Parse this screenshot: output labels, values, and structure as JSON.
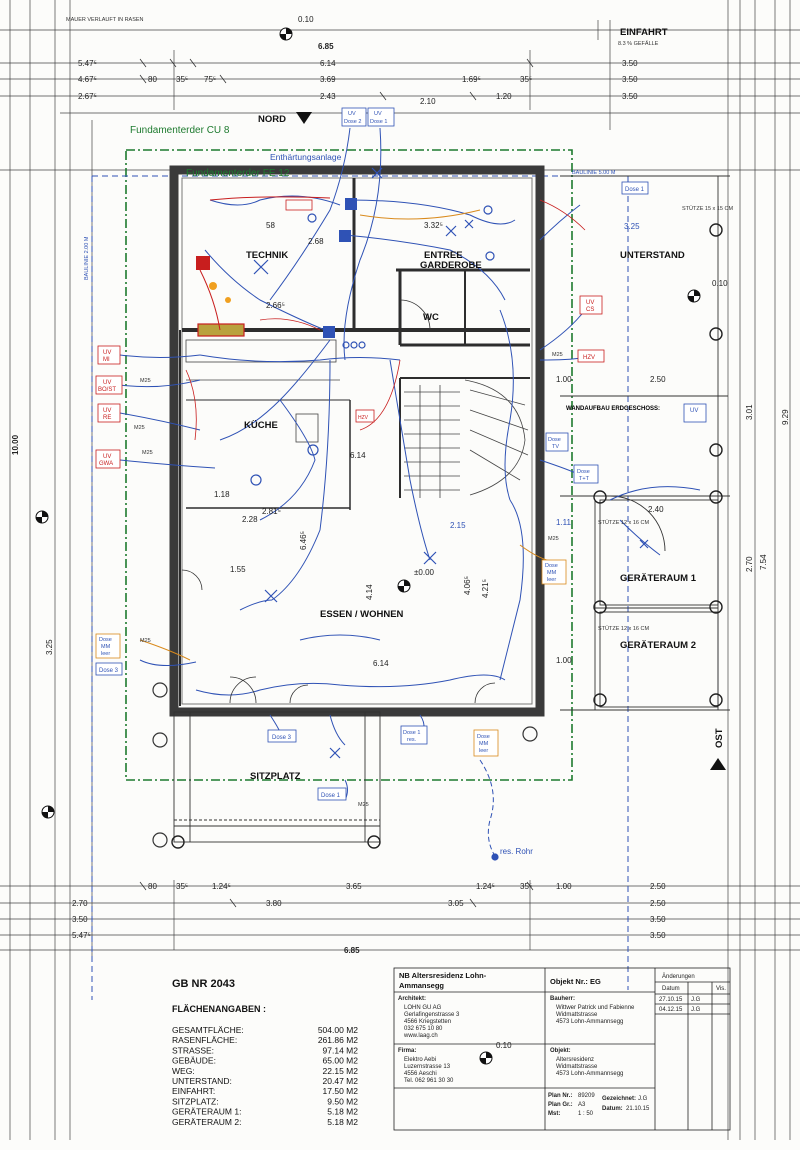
{
  "plan": {
    "top_label": "MAUER VERLAUFT IN RASEN",
    "einfahrt": "EINFAHRT",
    "einfahrt_slope": "8.3 % GEFÄLLE",
    "nord": "NORD",
    "ost": "OST",
    "fundament_cu": "Fundamenterder CU 8",
    "fundament_fe": "Fundamenterder FE 12",
    "enthaertung": "Enthärtungsanlage",
    "res_rohr": "res. Rohr",
    "baulinie_top": "BAULINIE 5.00 M",
    "baulinie_left": "BAULINIE 2.00 M",
    "level": "±0.00",
    "wandaufbau": "WANDAUFBAU ERDGESCHOSS:",
    "m25": "M25",
    "rooms": {
      "technik": "TECHNIK",
      "entree": "ENTREE",
      "garderobe": "GARDEROBE",
      "wc": "WC",
      "kueche": "KÜCHE",
      "essen": "ESSEN / WOHNEN",
      "unterstand": "UNTERSTAND",
      "geraeteraum1": "GERÄTERAUM 1",
      "geraeteraum2": "GERÄTERAUM 2",
      "sitzplatz": "SITZPLATZ"
    },
    "dims": {
      "d_010": "0.10",
      "d_685": "6.85",
      "d_614": "6.14",
      "d_369": "3.69",
      "d_243": "2.43",
      "d_350": "3.50",
      "d_547": "5.47⁵",
      "d_467": "4.67⁵",
      "d_267": "2.67⁵",
      "d_080": "80",
      "d_035": "35⁵",
      "d_075": "75⁵",
      "d_169": "1.69⁵",
      "d_210": "2.10",
      "d_120": "1.20",
      "d_1000": "10.00",
      "d_929": "9.29",
      "d_754": "7.54",
      "d_301": "3.01",
      "d_270": "2.70",
      "d_325": "3.25",
      "d_250": "2.50",
      "d_100": "1.00",
      "d_380": "3.80",
      "d_365": "3.65",
      "d_305": "3.05",
      "d_124": "1.24⁵",
      "d_118": "1.18",
      "d_228": "2.28",
      "d_155": "1.55",
      "d_281": "2.81⁵",
      "d_646": "6.46⁵",
      "d_406": "4.06⁵",
      "d_414": "4.14",
      "d_421": "4.21⁵",
      "d_215": "2.15",
      "d_111": "1.11",
      "d_240": "2.40",
      "d_058": "58",
      "d_266": "2.66⁵",
      "d_268": "2.68",
      "d_332": "3.32⁵"
    },
    "stuetzen": [
      "STÜTZE 15 x 15 CM",
      "STÜTZE 12 x 16 CM",
      "STÜTZE 12 x 16 CM"
    ],
    "boxes": {
      "uv": "UV",
      "mi": "MI",
      "bost": "BO/ST",
      "re": "RE",
      "gwa": "GWA",
      "cs": "CS",
      "hzv": "HZV",
      "dose1": "Dose 1",
      "dose2": "Dose 2",
      "dose3": "Dose 3",
      "dose_tv": "TV",
      "dose_tt": "T+T",
      "dose": "Dose",
      "mm": "MM",
      "leer": "leer",
      "res": "res."
    }
  },
  "info": {
    "gb_nr": "GB NR 2043",
    "flaechen_title": "FLÄCHENANGABEN :",
    "areas": [
      {
        "label": "GESAMTFLÄCHE:",
        "value": "504.00 M2"
      },
      {
        "label": "RASENFLÄCHE:",
        "value": "261.86 M2"
      },
      {
        "label": "STRASSE:",
        "value": "97.14 M2"
      },
      {
        "label": "GEBÄUDE:",
        "value": "65.00 M2"
      },
      {
        "label": "WEG:",
        "value": "22.15 M2"
      },
      {
        "label": "UNTERSTAND:",
        "value": "20.47 M2"
      },
      {
        "label": "EINFAHRT:",
        "value": "17.50 M2"
      },
      {
        "label": "SITZPLATZ:",
        "value": "9.50 M2"
      },
      {
        "label": "GERÄTERAUM 1:",
        "value": "5.18 M2"
      },
      {
        "label": "GERÄTERAUM 2:",
        "value": "5.18 M2"
      }
    ]
  },
  "titleblock": {
    "project_l1": "NB Altersresidenz Lohn-",
    "project_l2": "Ammansegg",
    "objekt": "Objekt Nr.: EG",
    "aenderungen": "Änderungen",
    "datum": "Datum",
    "vis": "Vis.",
    "change1_date": "27.10.15",
    "change1_vis": "J.G",
    "change2_date": "04.12.15",
    "change2_vis": "J.G",
    "architekt_label": "Architekt:",
    "architekt_lines": [
      "LOHN GU AG",
      "Gerlafingenstrasse 3",
      "4566 Kriegstetten",
      "032 675 10 80",
      "www.laag.ch"
    ],
    "bauherr_label": "Bauherr:",
    "bauherr_lines": [
      "Wittwer Patrick und Fabienne",
      "Widmattstrasse",
      "4573 Lohn-Ammannsegg"
    ],
    "firma_label": "Firma:",
    "firma_lines": [
      "Elektro Aebi",
      "Luzernstrasse 13",
      "4556 Aeschi",
      "Tel. 062 961 30 30"
    ],
    "objekt_label": "Objekt:",
    "objekt_lines": [
      "Altersresidenz",
      "Widmattstrasse",
      "4573 Lohn-Ammannsegg"
    ],
    "plan_nr_label": "Plan Nr.:",
    "plan_nr": "89209",
    "plan_gr_label": "Plan Gr.:",
    "plan_gr": "A3",
    "mst_label": "Mst:",
    "mst": "1 : 50",
    "gezeichnet_label": "Gezeichnet:",
    "gezeichnet": "J.G",
    "datum_label": "Datum:",
    "datum_val": "21.10.15"
  },
  "colors": {
    "wall": "#3a3a3a",
    "blue": "#2f52b5",
    "red": "#c81e1e",
    "green": "#1d7a2e",
    "orange": "#d98a1c",
    "grid": "#555555"
  }
}
